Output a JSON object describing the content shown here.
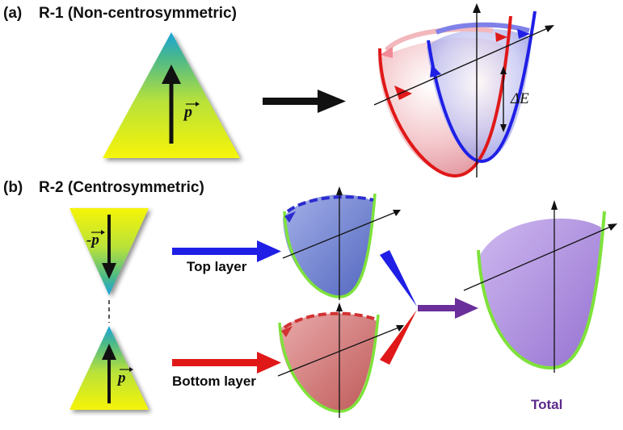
{
  "panel_a": {
    "letter": "(a)",
    "title": "R-1 (Non-centrosymmetric)",
    "vector_label": "p",
    "gap_label": "ΔE"
  },
  "panel_b": {
    "letter": "(b)",
    "title": "R-2 (Centrosymmetric)",
    "vector_up_label": "p",
    "vector_down_label": "-p",
    "top_label": "Top layer",
    "bottom_label": "Bottom layer",
    "total_label": "Total"
  },
  "colors": {
    "blue": "#1f1fe6",
    "red": "#e01818",
    "green": "#7ee23a",
    "purple": "#6a2f9a",
    "yellow": "#f4f20a",
    "cyan": "#1ea6d8"
  }
}
